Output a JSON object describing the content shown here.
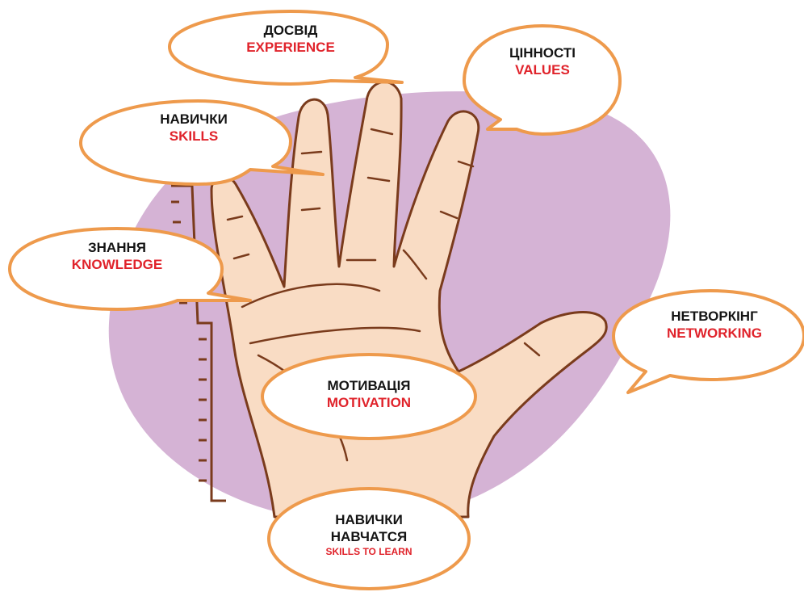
{
  "colors": {
    "background_blob": "#d5b3d5",
    "skin": "#f9dcc4",
    "outline": "#7a3b1c",
    "bubble_border": "#ee9a4c",
    "bubble_fill": "#ffffff",
    "ukrainian_text": "#141414",
    "english_text": "#e0232b"
  },
  "bubbles": {
    "experience": {
      "ua": "ДОСВІД",
      "en": "EXPERIENCE"
    },
    "values": {
      "ua": "ЦІННОСТІ",
      "en": "VALUES"
    },
    "skills": {
      "ua": "НАВИЧКИ",
      "en": "SKILLS"
    },
    "knowledge": {
      "ua": "ЗНАННЯ",
      "en": "KNOWLEDGE"
    },
    "networking": {
      "ua": "НЕТВОРКІНГ",
      "en": "NETWORKING"
    },
    "motivation": {
      "ua": "МОТИВАЦІЯ",
      "en": "MOTIVATION"
    },
    "skills_to_learn": {
      "ua_line1": "НАВИЧКИ",
      "ua_line2": "НАВЧАТСЯ",
      "en": "SKILLS TO LEARN"
    }
  }
}
